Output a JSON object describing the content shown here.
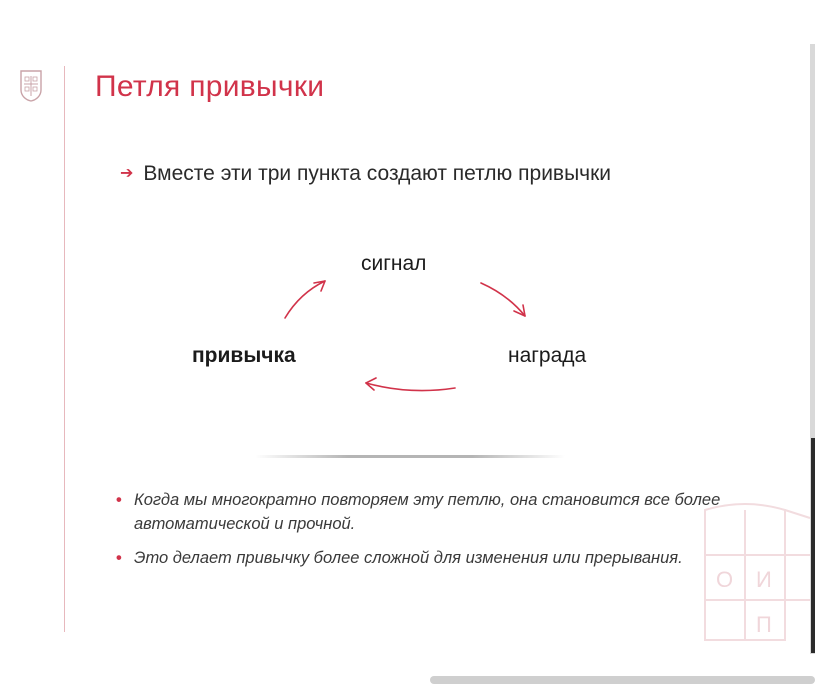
{
  "slide": {
    "title": "Петля привычки",
    "lead": "Вместе эти три пункта создают петлю привычки",
    "lead_icon": "arrow-right-icon",
    "accent_color": "#d1334a"
  },
  "cycle": {
    "signal": "сигнал",
    "habit": "привычка",
    "reward": "награда"
  },
  "bullets": [
    "Когда мы многократно повторяем эту петлю, она становится все более автоматической и прочной.",
    "Это делает привычку более сложной для изменения или прерывания."
  ],
  "watermark_letters": [
    "О",
    "И",
    "П"
  ]
}
